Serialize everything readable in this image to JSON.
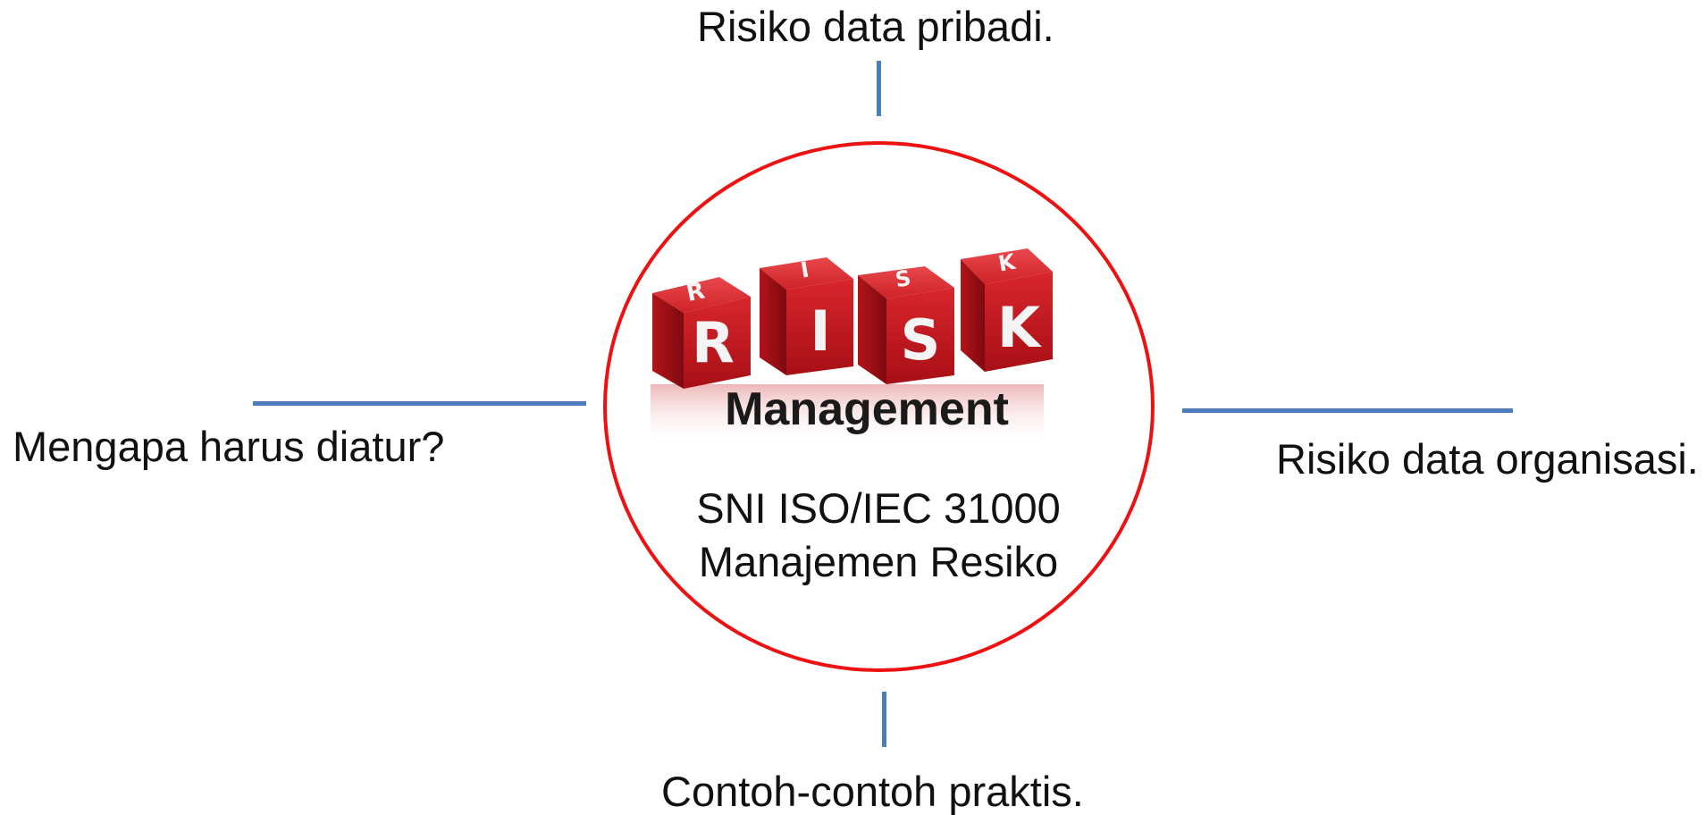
{
  "branches": {
    "top": "Risiko data pribadi.",
    "left": "Mengapa harus diatur?",
    "right": "Risiko data organisasi.",
    "bottom": "Contoh-contoh praktis."
  },
  "center": {
    "logo_letters": [
      "R",
      "I",
      "S",
      "K"
    ],
    "logo_caption": "Management",
    "line_1": "SNI ISO/IEC 31000",
    "line_2": "Manajemen Resiko"
  },
  "colors": {
    "connector": "#4a7ebb",
    "circle": "#ee1111",
    "cube": "#c8161d"
  }
}
